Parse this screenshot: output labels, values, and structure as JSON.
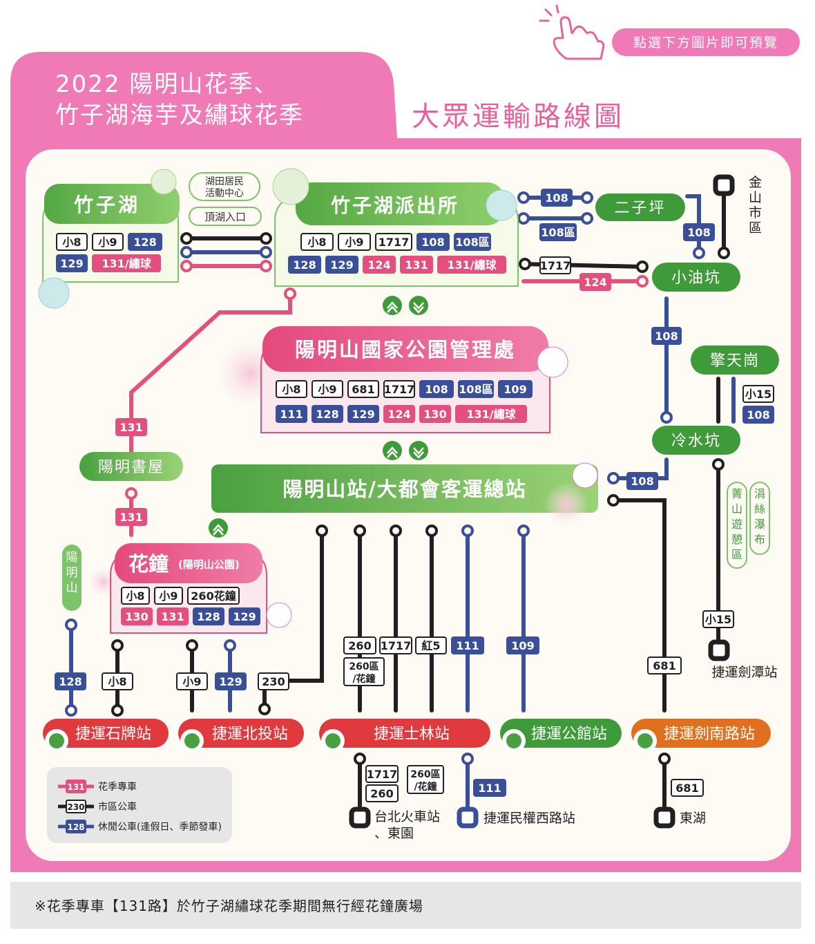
{
  "header": {
    "preview_button": "點選下方圖片即可預覽",
    "title_line1": "2022 陽明山花季、",
    "title_line2": "竹子湖海芋及繡球花季",
    "subtitle": "大眾運輸路線圖"
  },
  "stations": {
    "zhuzihu": "竹子湖",
    "zhuzihu_police": "竹子湖派出所",
    "erziping": "二子坪",
    "jinshan": "金山市區",
    "xiaoyoukeng": "小油坑",
    "park_hq": "陽明山國家公園管理處",
    "qingtiangang": "擎天崗",
    "lengshuikeng": "冷水坑",
    "yangming_bookhouse": "陽明書屋",
    "yangmingshan_station": "陽明山站/大都會客運總站",
    "flower_clock": "花鐘",
    "flower_clock_sub": "(陽明山公園)",
    "yangmingshan_vertical": "陽明山",
    "huadian": "湖田居民活動中心",
    "huadian_l1": "湖田居民",
    "huadian_l2": "活動中心",
    "dinghu": "頂湖入口",
    "jingshan_rest": "菁山遊憩區",
    "juansi": "涓絲瀑布",
    "mrt_shipai": "捷運石牌站",
    "mrt_beitou": "捷運北投站",
    "mrt_shilin": "捷運士林站",
    "mrt_gongguan": "捷運公館站",
    "mrt_jiannan": "捷運劍南路站",
    "mrt_jiantan": "捷運劍潭站",
    "taipei_main_l1": "台北火車站",
    "taipei_main_l2": "、東園",
    "mrt_minquan": "捷運民權西路站",
    "donghu": "東湖"
  },
  "routes": {
    "zhuzihu": [
      "小8",
      "小9",
      "128",
      "129",
      "131/繡球"
    ],
    "zhuzihu_police": [
      "小8",
      "小9",
      "1717",
      "108",
      "108區",
      "128",
      "129",
      "124",
      "131",
      "131/繡球"
    ],
    "park_hq": [
      "小8",
      "小9",
      "681",
      "1717",
      "108",
      "108區",
      "109",
      "111",
      "128",
      "129",
      "124",
      "130",
      "131/繡球"
    ],
    "flower_clock": [
      "小8",
      "小9",
      "260花鐘",
      "130",
      "131",
      "128",
      "129"
    ],
    "qingtiangang": [
      "小15",
      "108"
    ],
    "shilin_up": [
      "260",
      "1717",
      "紅5",
      "111",
      "260區/花鐘"
    ],
    "shilin_down": [
      "1717",
      "260區/花鐘",
      "260",
      "111"
    ]
  },
  "labels": {
    "r108": "108",
    "r108q": "108區",
    "r1717": "1717",
    "r124": "124",
    "r131": "131",
    "r128": "128",
    "r129": "129",
    "r230": "230",
    "rx8": "小8",
    "rx9": "小9",
    "rx15": "小15",
    "r260": "260",
    "r260q_l1": "260區",
    "r260q_l2": "/花鐘",
    "r260q": "260區/花鐘",
    "rhong5": "紅5",
    "r111": "111",
    "r109": "109",
    "r681": "681"
  },
  "legend": {
    "items": [
      {
        "route": "131",
        "label": "花季專車",
        "color": "#e3507f"
      },
      {
        "route": "230",
        "label": "市區公車",
        "color": "#231f20"
      },
      {
        "route": "128",
        "label": "休閒公車(逢假日、季節發車)",
        "color": "#3a4f9a"
      }
    ]
  },
  "footer_note": "※花季專車【131路】於竹子湖繡球花季期間無行經花鐘廣場",
  "colors": {
    "pink": "#f07ab5",
    "pink_dark": "#e3507f",
    "green": "#3f9a3a",
    "green_light": "#7cc36a",
    "navy": "#3a4f9a",
    "black": "#231f20",
    "red_station": "#e03a3e",
    "orange_station": "#e0701e",
    "bg_cream": "#fdfbf3"
  }
}
